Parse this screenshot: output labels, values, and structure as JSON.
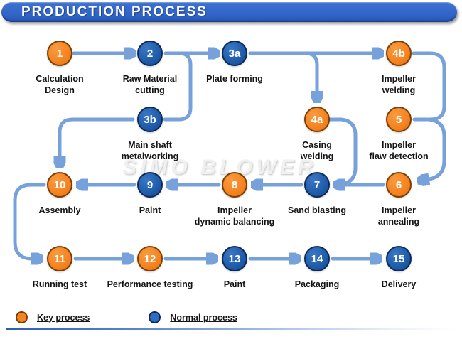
{
  "header": {
    "title": "PRODUCTION PROCESS"
  },
  "watermark": "SIMO BLOWER",
  "colors": {
    "key_process": "#f5831f",
    "key_border": "#7a3e06",
    "normal_process": "#1e5ba9",
    "normal_border": "#0d2a57",
    "arrow": "#76a1db",
    "header_bar": "#2f62c4"
  },
  "nodes": [
    {
      "num": "1",
      "type": "key",
      "lines": [
        "Calculation",
        "Design"
      ]
    },
    {
      "num": "2",
      "type": "normal",
      "lines": [
        "Raw Material",
        "cutting"
      ]
    },
    {
      "num": "3a",
      "type": "normal",
      "lines": [
        "Plate forming"
      ]
    },
    {
      "num": "4b",
      "type": "key",
      "lines": [
        "Impeller",
        "welding"
      ]
    },
    {
      "num": "3b",
      "type": "normal",
      "lines": [
        "Main shaft",
        "metalworking"
      ]
    },
    {
      "num": "4a",
      "type": "key",
      "lines": [
        "Casing",
        "welding"
      ]
    },
    {
      "num": "5",
      "type": "key",
      "lines": [
        "Impeller",
        "flaw detection"
      ]
    },
    {
      "num": "10",
      "type": "key",
      "lines": [
        "Assembly"
      ]
    },
    {
      "num": "9",
      "type": "normal",
      "lines": [
        "Paint"
      ]
    },
    {
      "num": "8",
      "type": "key",
      "lines": [
        "Impeller",
        "dynamic balancing"
      ]
    },
    {
      "num": "7",
      "type": "normal",
      "lines": [
        "Sand blasting"
      ]
    },
    {
      "num": "6",
      "type": "key",
      "lines": [
        "Impeller",
        "annealing"
      ]
    },
    {
      "num": "11",
      "type": "key",
      "lines": [
        "Running test"
      ]
    },
    {
      "num": "12",
      "type": "key",
      "lines": [
        "Performance testing"
      ]
    },
    {
      "num": "13",
      "type": "normal",
      "lines": [
        "Paint"
      ]
    },
    {
      "num": "14",
      "type": "normal",
      "lines": [
        "Packaging"
      ]
    },
    {
      "num": "15",
      "type": "normal",
      "lines": [
        "Delivery"
      ]
    }
  ],
  "edges": [
    "1->2",
    "2->3a",
    "3a->4b",
    "2->3b",
    "3a->4a",
    "4b->5",
    "5->6",
    "4a->7",
    "6->7",
    "7->8",
    "8->9",
    "9->10",
    "3b->10",
    "10->11",
    "11->12",
    "12->13",
    "13->14",
    "14->15"
  ],
  "legend": [
    {
      "label": "Key process",
      "type": "key"
    },
    {
      "label": "Normal process",
      "type": "normal"
    }
  ]
}
